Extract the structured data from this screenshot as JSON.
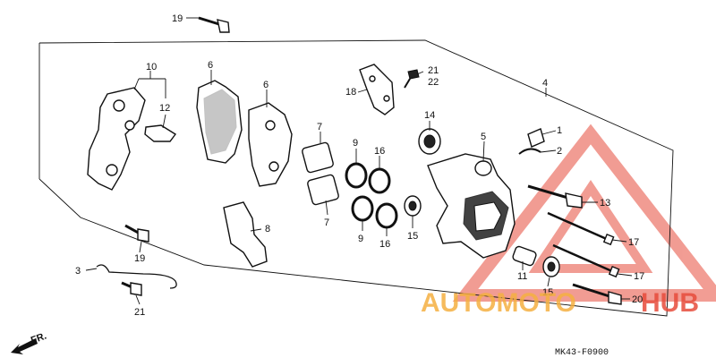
{
  "callouts": [
    {
      "id": "c19-top",
      "text": "19"
    },
    {
      "id": "c10",
      "text": "10"
    },
    {
      "id": "c12",
      "text": "12"
    },
    {
      "id": "c6-left",
      "text": "6"
    },
    {
      "id": "c6-right",
      "text": "6"
    },
    {
      "id": "c21-top",
      "text": "21"
    },
    {
      "id": "c22",
      "text": "22"
    },
    {
      "id": "c18",
      "text": "18"
    },
    {
      "id": "c4",
      "text": "4"
    },
    {
      "id": "c14",
      "text": "14"
    },
    {
      "id": "c7-top",
      "text": "7"
    },
    {
      "id": "c9-top",
      "text": "9"
    },
    {
      "id": "c16-top",
      "text": "16"
    },
    {
      "id": "c5",
      "text": "5"
    },
    {
      "id": "c1",
      "text": "1"
    },
    {
      "id": "c2",
      "text": "2"
    },
    {
      "id": "c8",
      "text": "8"
    },
    {
      "id": "c7-bottom",
      "text": "7"
    },
    {
      "id": "c9-bottom",
      "text": "9"
    },
    {
      "id": "c16-bottom",
      "text": "16"
    },
    {
      "id": "c15-left",
      "text": "15"
    },
    {
      "id": "c13",
      "text": "13"
    },
    {
      "id": "c17-top",
      "text": "17"
    },
    {
      "id": "c17-bottom",
      "text": "17"
    },
    {
      "id": "c19-bottom",
      "text": "19"
    },
    {
      "id": "c3",
      "text": "3"
    },
    {
      "id": "c11",
      "text": "11"
    },
    {
      "id": "c15-right",
      "text": "15"
    },
    {
      "id": "c20",
      "text": "20"
    },
    {
      "id": "c21-bottom",
      "text": "21"
    }
  ],
  "diagram_code": "MK43-F0900",
  "direction_label": "FR.",
  "watermark": {
    "part1": "AUTOMOTO",
    "part2": "HUB",
    "color_orange": "#f5b041",
    "color_red": "#e74c3c"
  },
  "icons": [
    "front-direction-arrow-icon",
    "automotohub-triangle-logo-icon"
  ]
}
